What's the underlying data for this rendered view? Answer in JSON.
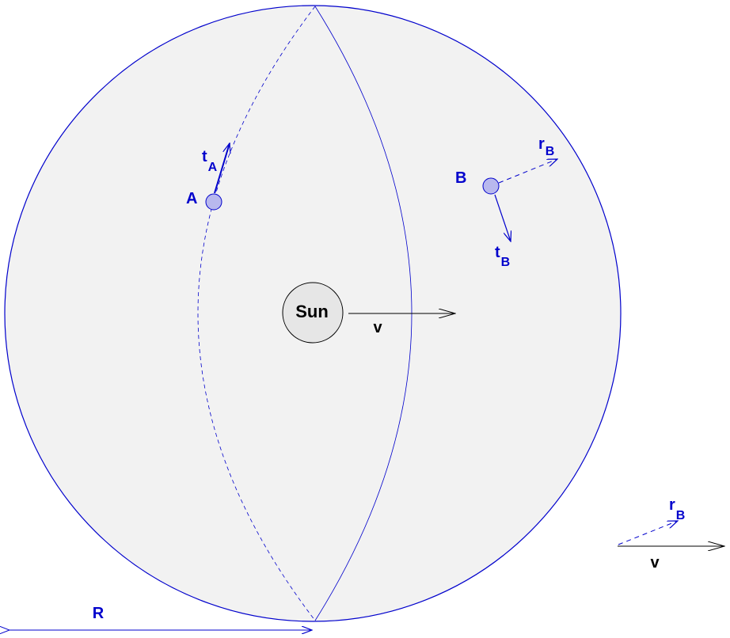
{
  "labels": {
    "sun": "Sun",
    "v": "v",
    "R": "R",
    "A": "A",
    "B": "B",
    "t": "t",
    "r": "r",
    "sub_A": "A",
    "sub_B": "B"
  },
  "colors": {
    "sphere_stroke": "#0000cc",
    "sphere_fill": "#f2f2f2",
    "point_fill": "#b8b8ee",
    "sun_fill": "#e6e6e6",
    "black": "#000000"
  }
}
